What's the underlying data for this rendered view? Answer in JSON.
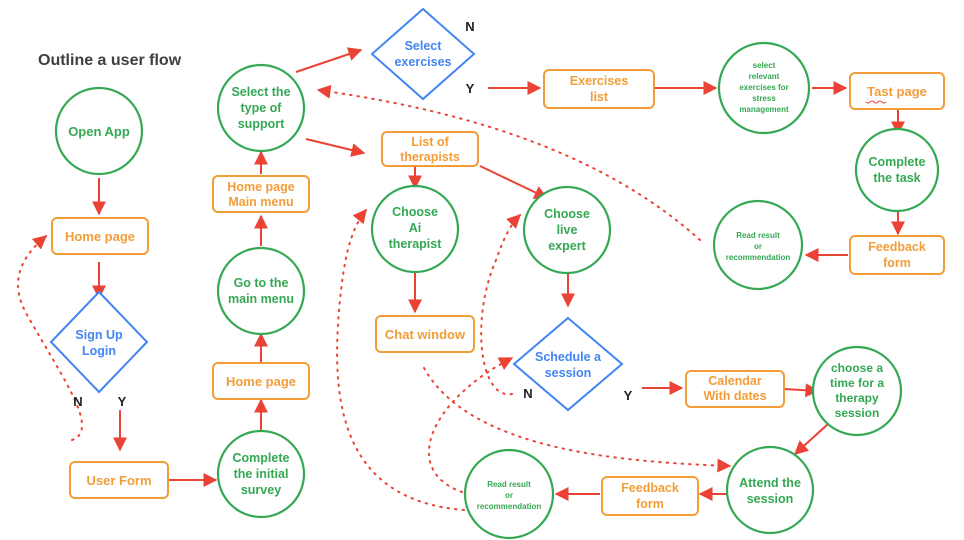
{
  "title": "Outline a user flow",
  "colors": {
    "circle": "#34a853",
    "rect": "#f29d38",
    "diamond": "#4285f4",
    "arrow": "#ea4335"
  },
  "nodes": {
    "open_app": [
      "Open App"
    ],
    "home_page_1": [
      "Home page"
    ],
    "signup": [
      "Sign Up",
      "Login"
    ],
    "user_form": [
      "User Form"
    ],
    "complete_survey": [
      "Complete",
      "the initial",
      "survey"
    ],
    "home_page_2": [
      "Home page"
    ],
    "go_main_menu": [
      "Go to the",
      "main menu"
    ],
    "home_main_menu": [
      "Home page",
      "Main menu"
    ],
    "select_support": [
      "Select the",
      "type of",
      "support"
    ],
    "select_exercises": [
      "Select",
      "exercises"
    ],
    "exercises_list": [
      "Exercises",
      "list"
    ],
    "select_relevant": [
      "select",
      "relevant",
      "exercises for",
      "stress",
      "management"
    ],
    "task_page": [
      "Tast page"
    ],
    "complete_task": [
      "Complete",
      "the task"
    ],
    "feedback_form_1": [
      "Feedback",
      "form"
    ],
    "read_result_1": [
      "Read result",
      "or",
      "recommendation"
    ],
    "list_therapists": [
      "List of",
      "therapists"
    ],
    "choose_ai": [
      "Choose",
      "Ai",
      "therapist"
    ],
    "choose_live": [
      "Choose",
      "live",
      "expert"
    ],
    "chat_window": [
      "Chat window"
    ],
    "schedule_session": [
      "Schedule a",
      "session"
    ],
    "calendar": [
      "Calendar",
      "With dates"
    ],
    "choose_time": [
      "choose a",
      "time for a",
      "therapy",
      "session"
    ],
    "attend_session": [
      "Attend the",
      "session"
    ],
    "feedback_form_2": [
      "Feedback",
      "form"
    ],
    "read_result_2": [
      "Read result",
      "or",
      "recommendation"
    ]
  },
  "labels": {
    "signup_n": "N",
    "signup_y": "Y",
    "exercises_n": "N",
    "exercises_y": "Y",
    "schedule_n": "N",
    "schedule_y": "Y"
  }
}
